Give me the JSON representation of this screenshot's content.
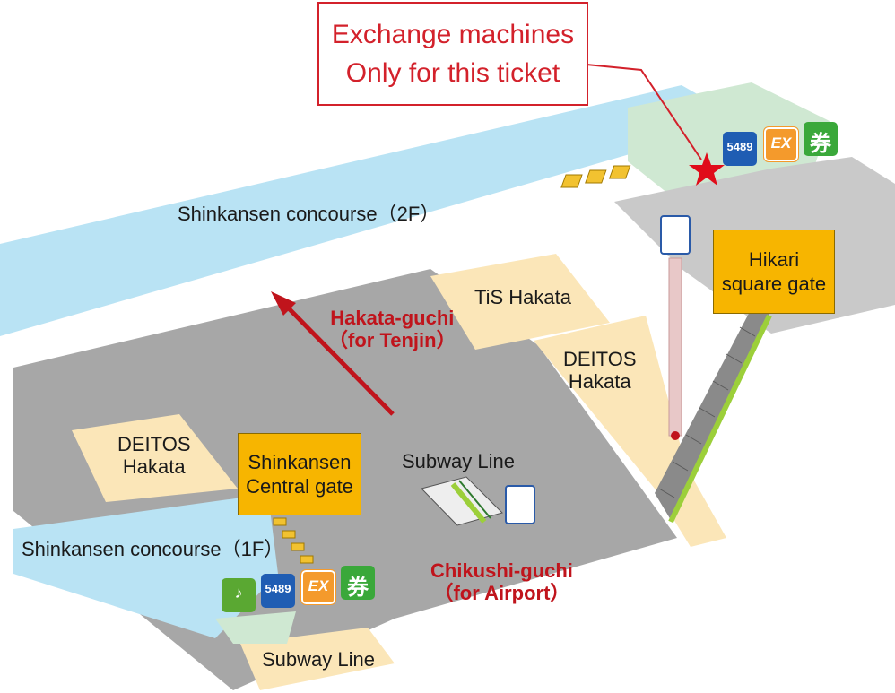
{
  "callout": {
    "line1": "Exchange machines",
    "line2": "Only for this ticket"
  },
  "areas": {
    "concourse_2f": "Shinkansen concourse（2F）",
    "concourse_1f": "Shinkansen concourse（1F）",
    "tis_hakata": "TiS Hakata",
    "deitos_right_1": "DEITOS",
    "deitos_right_2": "Hakata",
    "deitos_left_1": "DEITOS",
    "deitos_left_2": "Hakata",
    "subway_center": "Subway Line",
    "subway_bottom": "Subway Line"
  },
  "gates": {
    "hikari_1": "Hikari",
    "hikari_2": "square gate",
    "central_1": "Shinkansen",
    "central_2": "Central gate"
  },
  "exits": {
    "hakata_guchi_1": "Hakata-guchi",
    "hakata_guchi_2": "（for Tenjin）",
    "chikushi_guchi_1": "Chikushi-guchi",
    "chikushi_guchi_2": "（for Airport）"
  },
  "icons": {
    "top": [
      "5489",
      "EX",
      "券"
    ],
    "bottom": [
      "5489",
      "EX",
      "券"
    ]
  },
  "colors": {
    "concourse_blue": "#b9e3f4",
    "floor_gray": "#a7a7a7",
    "shop_beige": "#fbe6b8",
    "gate_yellow": "#f7b500",
    "accent_red": "#c0141c",
    "platform_green": "#cfe8d2"
  }
}
